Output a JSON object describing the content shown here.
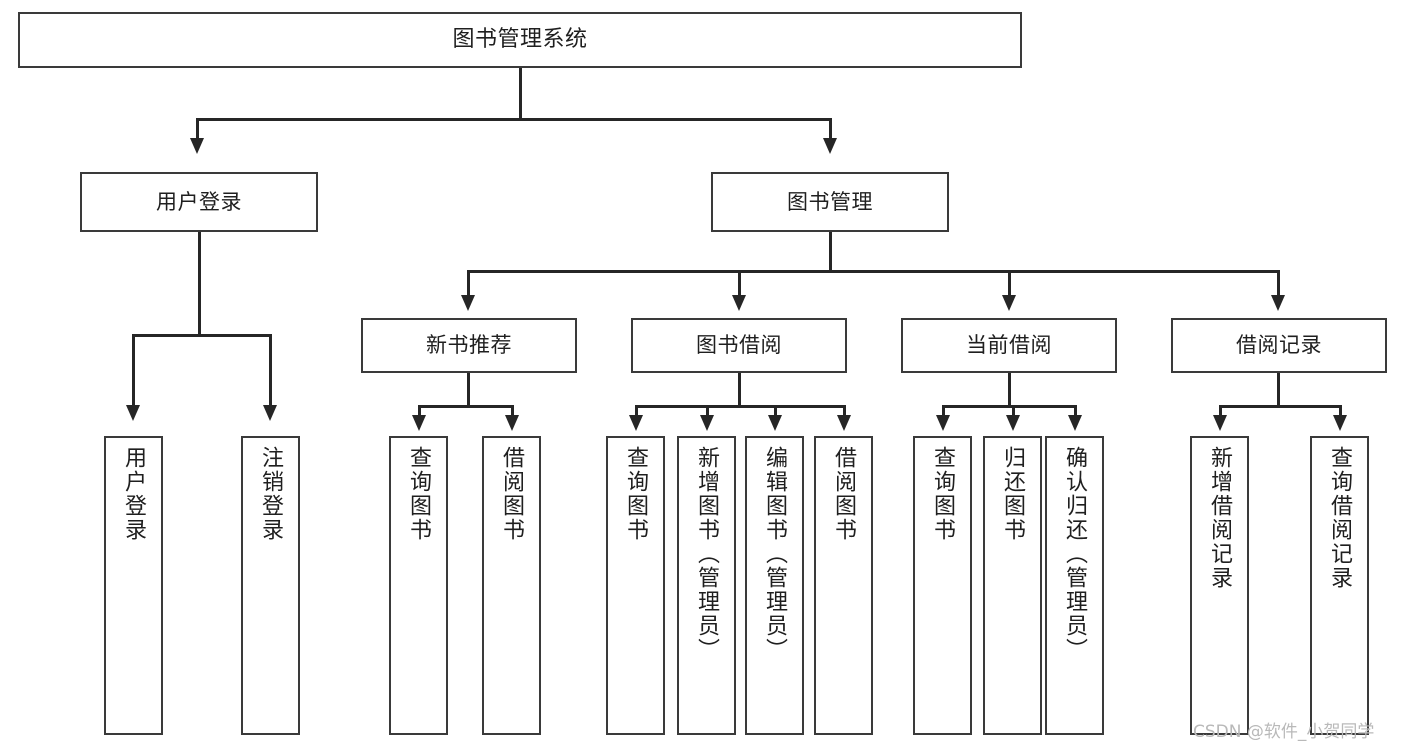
{
  "diagram": {
    "title": "图书管理系统",
    "type": "hierarchy-tree",
    "watermark": "CSDN @软件_小贺同学",
    "colors": {
      "box_border": "#3a3a3a",
      "connector": "#262626",
      "background": "#ffffff",
      "text": "#1f1f1f",
      "watermark": "#b9b9b9"
    },
    "nodes": {
      "root": {
        "label": "图书管理系统"
      },
      "level2": [
        {
          "label": "用户登录"
        },
        {
          "label": "图书管理"
        }
      ],
      "level3": [
        {
          "label": "新书推荐"
        },
        {
          "label": "图书借阅"
        },
        {
          "label": "当前借阅"
        },
        {
          "label": "借阅记录"
        }
      ],
      "leaves": {
        "user_login": [
          {
            "label": "用户登录"
          },
          {
            "label": "注销登录"
          }
        ],
        "new_book_rec": [
          {
            "label": "查询图书"
          },
          {
            "label": "借阅图书"
          }
        ],
        "book_borrow": [
          {
            "label": "查询图书"
          },
          {
            "label": "新增图书（管理员）"
          },
          {
            "label": "编辑图书（管理员）"
          },
          {
            "label": "借阅图书"
          }
        ],
        "current_borrow": [
          {
            "label": "查询图书"
          },
          {
            "label": "归还图书"
          },
          {
            "label": "确认归还（管理员）"
          }
        ],
        "borrow_record": [
          {
            "label": "新增借阅记录"
          },
          {
            "label": "查询借阅记录"
          }
        ]
      }
    }
  }
}
